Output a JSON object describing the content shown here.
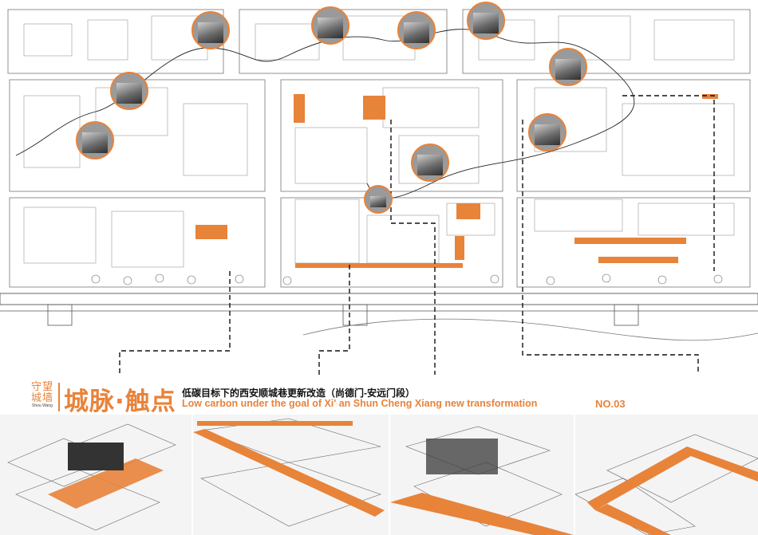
{
  "brand": {
    "name_cn_line1": "守望",
    "name_cn_line2": "城墙",
    "name_en": "Shou Wang"
  },
  "title": {
    "main": "城脉·触点",
    "subtitle_cn": "低碳目标下的西安顺城巷更新改造（尚德门-安远门段）",
    "subtitle_en": "Low carbon under the goal of   Xi' an Shun Cheng Xiang new transformation",
    "sheet_no": "NO.03"
  },
  "colors": {
    "accent": "#e8833a",
    "line": "#555555",
    "paper": "#ffffff"
  },
  "panels": [
    "axonometric-1",
    "axonometric-2",
    "axonometric-3",
    "axonometric-4"
  ],
  "photo_icons": [
    "photo-circle"
  ]
}
